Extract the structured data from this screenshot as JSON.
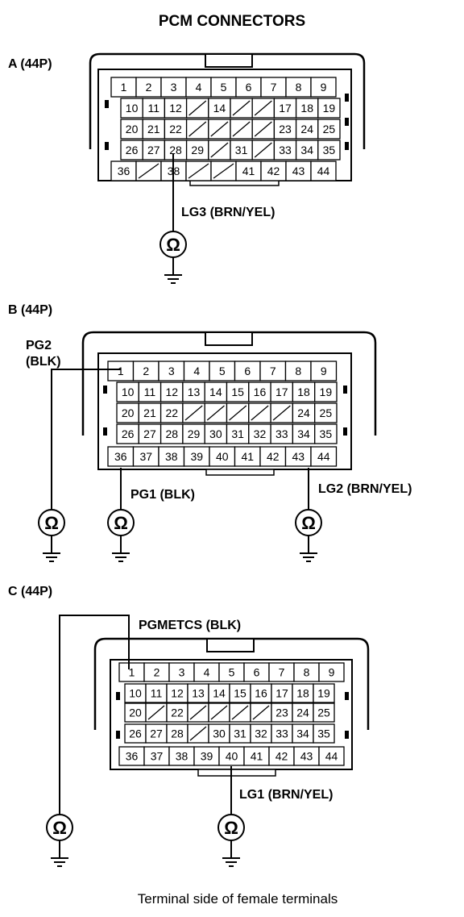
{
  "title": "PCM CONNECTORS",
  "footer": "Terminal side of female terminals",
  "connectors": [
    {
      "id": "A",
      "label": "A (44P)",
      "rows": [
        [
          "1",
          "2",
          "3",
          "4",
          "5",
          "6",
          "7",
          "8",
          "9"
        ],
        [
          "10",
          "11",
          "12",
          "",
          "14",
          "",
          "",
          "17",
          "18",
          "19"
        ],
        [
          "20",
          "21",
          "22",
          "",
          "",
          "",
          "",
          "23",
          "24",
          "25"
        ],
        [
          "26",
          "27",
          "28",
          "29",
          "",
          "31",
          "",
          "33",
          "34",
          "35"
        ],
        [
          "36",
          "",
          "38",
          "",
          "",
          "41",
          "42",
          "43",
          "44"
        ]
      ],
      "wires": [
        {
          "label": "LG3 (BRN/YEL)",
          "pin": "28"
        }
      ]
    },
    {
      "id": "B",
      "label": "B (44P)",
      "rows": [
        [
          "1",
          "2",
          "3",
          "4",
          "5",
          "6",
          "7",
          "8",
          "9"
        ],
        [
          "10",
          "11",
          "12",
          "13",
          "14",
          "15",
          "16",
          "17",
          "18",
          "19"
        ],
        [
          "20",
          "21",
          "22",
          "",
          "",
          "",
          "",
          "",
          "24",
          "25"
        ],
        [
          "26",
          "27",
          "28",
          "29",
          "30",
          "31",
          "32",
          "33",
          "34",
          "35"
        ],
        [
          "36",
          "37",
          "38",
          "39",
          "40",
          "41",
          "42",
          "43",
          "44"
        ]
      ],
      "wires": [
        {
          "label": "PG2\n(BLK)",
          "label_line1": "PG2",
          "label_line2": "(BLK)",
          "pin": "1"
        },
        {
          "label": "PG1 (BLK)",
          "pin": "36"
        },
        {
          "label": "LG2 (BRN/YEL)",
          "pin": "43"
        }
      ]
    },
    {
      "id": "C",
      "label": "C (44P)",
      "rows": [
        [
          "1",
          "2",
          "3",
          "4",
          "5",
          "6",
          "7",
          "8",
          "9"
        ],
        [
          "10",
          "11",
          "12",
          "13",
          "14",
          "15",
          "16",
          "17",
          "18",
          "19"
        ],
        [
          "20",
          "",
          "22",
          "",
          "",
          "",
          "",
          "23",
          "24",
          "25"
        ],
        [
          "26",
          "27",
          "28",
          "",
          "30",
          "31",
          "32",
          "33",
          "34",
          "35"
        ],
        [
          "36",
          "37",
          "38",
          "39",
          "40",
          "41",
          "42",
          "43",
          "44"
        ]
      ],
      "wires": [
        {
          "label": "PGMETCS (BLK)",
          "pin": "1"
        },
        {
          "label": "LG1 (BRN/YEL)",
          "pin": "40"
        }
      ]
    }
  ],
  "symbols": {
    "ohm": "Ω"
  }
}
